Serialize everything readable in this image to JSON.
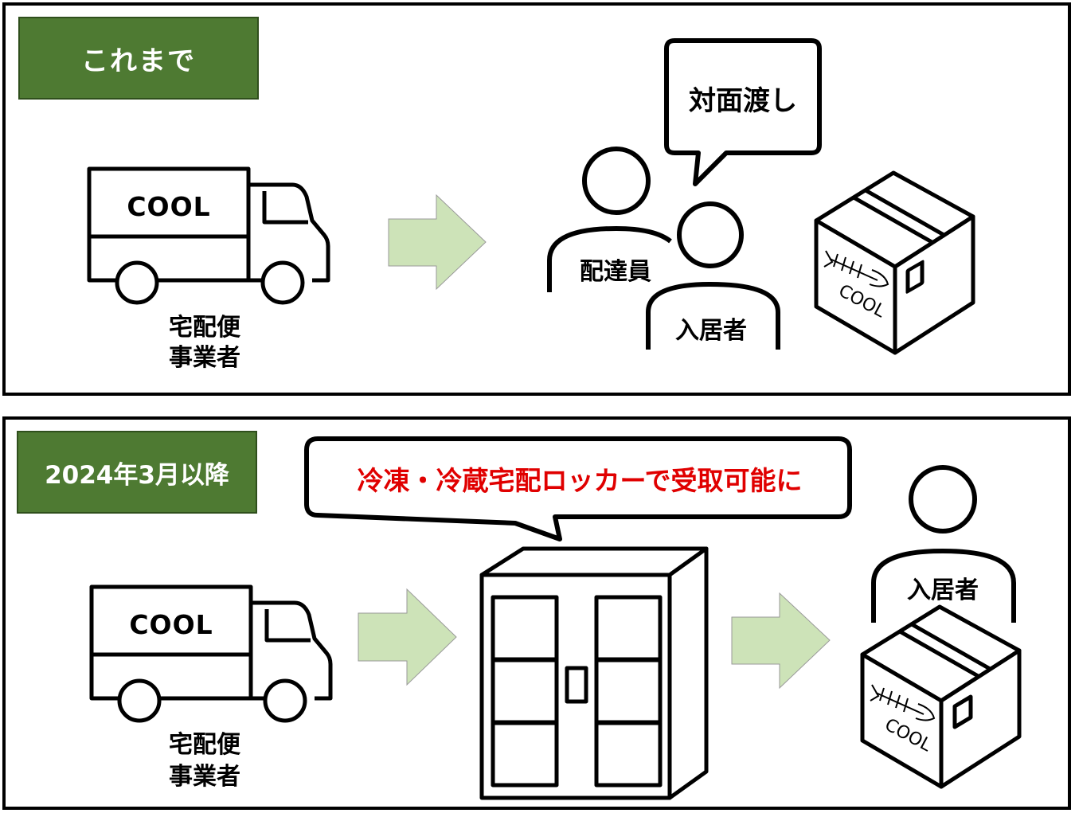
{
  "top": {
    "title": "これまで",
    "truck_label": "COOL",
    "sender_label_line1": "宅配便",
    "sender_label_line2": "事業者",
    "speech": "対面渡し",
    "person1_label": "配達員",
    "person2_label": "入居者",
    "box_label": "COOL"
  },
  "bottom": {
    "title": "2024年3月以降",
    "truck_label": "COOL",
    "sender_label_line1": "宅配便",
    "sender_label_line2": "事業者",
    "speech": "冷凍・冷蔵宅配ロッカーで受取可能に",
    "person_label": "入居者",
    "box_label": "COOL"
  },
  "colors": {
    "title_bg": "#4e7a32",
    "arrow_fill": "#cde3b8",
    "speech_red": "#e00000"
  }
}
